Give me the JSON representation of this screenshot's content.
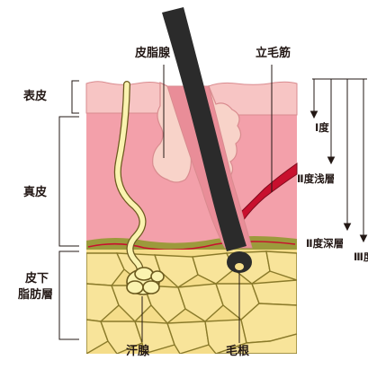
{
  "labels": {
    "sebaceous_gland": "皮脂腺",
    "arrector_pili": "立毛筋",
    "epidermis": "表皮",
    "dermis": "真皮",
    "subcutaneous_line1": "皮下",
    "subcutaneous_line2": "脂肪層",
    "sweat_gland": "汗腺",
    "hair_root": "毛根"
  },
  "burn_degrees": {
    "first": "Ⅰ度",
    "second_superficial": "Ⅱ度浅層",
    "second_deep": "Ⅱ度深層",
    "third": "Ⅲ度"
  },
  "colors": {
    "epidermis": "#f7c5c4",
    "dermis": "#f3a0aa",
    "sebaceous": "#f8d3c9",
    "fat": "#f5dd8a",
    "fat_outline": "#8a7a2a",
    "olive_band": "#9c9a3c",
    "muscle": "#c8102e",
    "hair": "#2b2b2b",
    "sweat_duct": "#faf3b0"
  }
}
